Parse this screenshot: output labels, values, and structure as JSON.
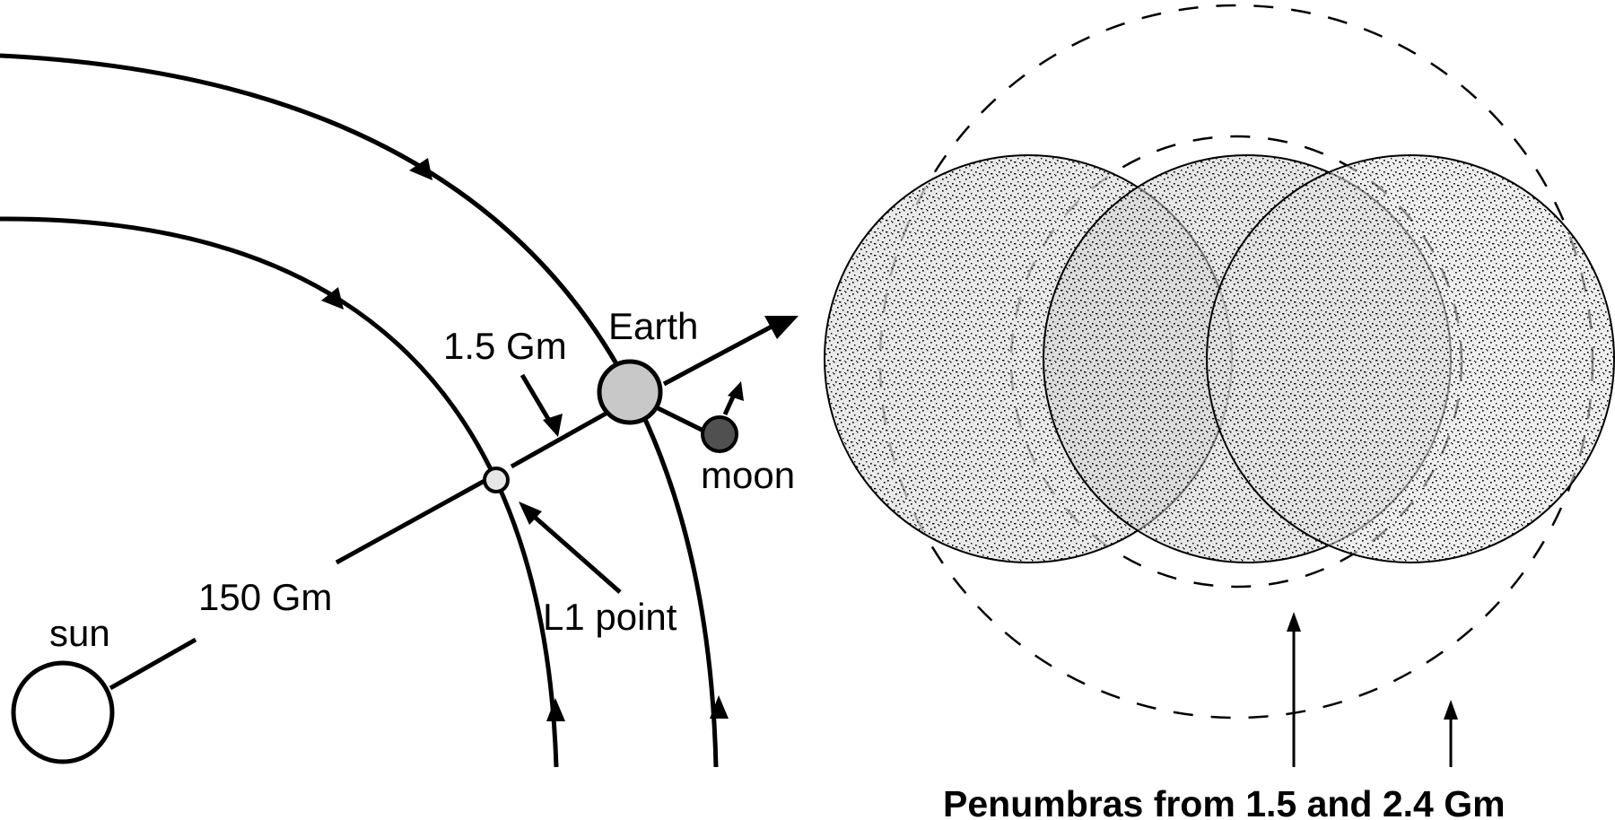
{
  "colors": {
    "ink": "#000000",
    "background": "#ffffff",
    "earth_fill": "#c8c8c8",
    "moon_fill": "#505050",
    "l1_fill": "#e6e6e6",
    "sun_fill": "#ffffff"
  },
  "left_diagram": {
    "labels": {
      "earth": "Earth",
      "moon": "moon",
      "sun": "sun",
      "l1_point": "L1 point",
      "distance_l1_earth": "1.5 Gm",
      "distance_sun_earth": "150 Gm"
    }
  },
  "right_diagram": {
    "caption": "Penumbras from 1.5 and 2.4 Gm"
  }
}
